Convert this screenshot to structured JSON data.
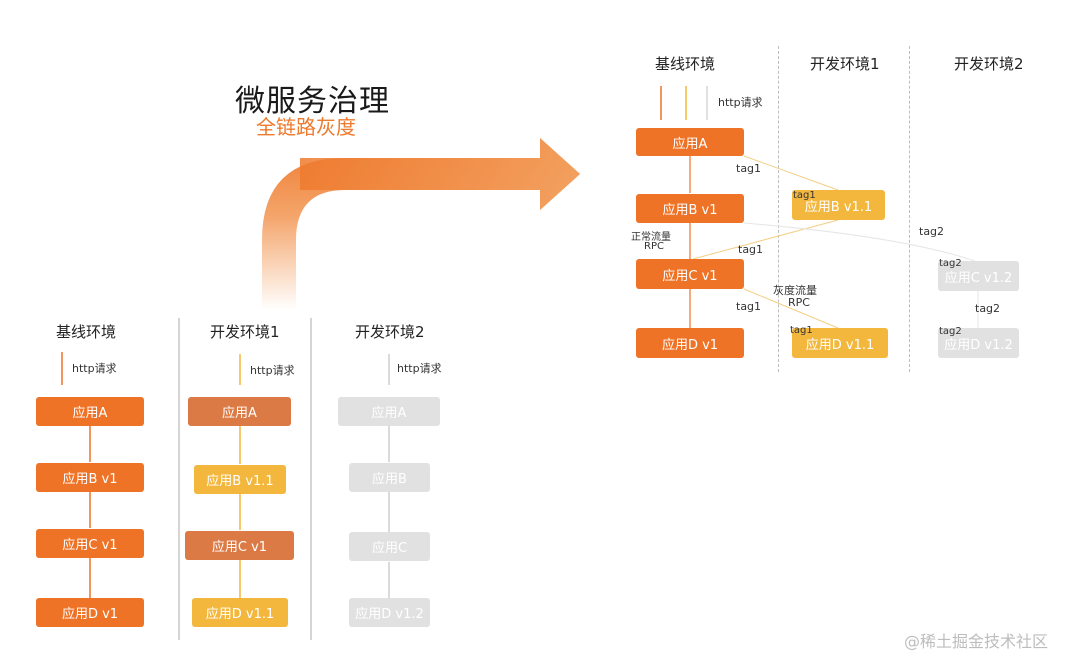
{
  "title": {
    "main": "微服务治理",
    "sub": "全链路灰度"
  },
  "left": {
    "envs": [
      {
        "name": "基线环境",
        "request": "http请求",
        "apps": [
          "应用A",
          "应用B v1",
          "应用C v1",
          "应用D v1"
        ]
      },
      {
        "name": "开发环境1",
        "request": "http请求",
        "apps": [
          "应用A",
          "应用B v1.1",
          "应用C v1",
          "应用D v1.1"
        ]
      },
      {
        "name": "开发环境2",
        "request": "http请求",
        "apps": [
          "应用A",
          "应用B",
          "应用C",
          "应用D v1.2"
        ]
      }
    ]
  },
  "right": {
    "env_baseline": "基线环境",
    "env_dev1": "开发环境1",
    "env_dev2": "开发环境2",
    "request": "http请求",
    "baseline_apps": [
      "应用A",
      "应用B v1",
      "应用C v1",
      "应用D v1"
    ],
    "dev1_apps": [
      "应用B v1.1",
      "应用D v1.1"
    ],
    "dev2_apps": [
      "应用C v1.2",
      "应用D v1.2"
    ],
    "labels": {
      "tag1_a": "tag1",
      "tag1_b": "tag1",
      "tag1_c": "tag1",
      "tag1_small_b": "tag1",
      "tag1_small_d": "tag1",
      "tag2_a": "tag2",
      "tag2_b": "tag2",
      "tag2_small_c": "tag2",
      "tag2_small_d": "tag2",
      "normal_flow": "正常流量",
      "normal_rpc": "RPC",
      "gray_flow": "灰度流量",
      "gray_rpc": "RPC"
    }
  },
  "watermark": "@稀土掘金技术社区",
  "colors": {
    "orange": "#ef7327",
    "yellow": "#f3b73d",
    "gray": "#e1e1e1"
  }
}
